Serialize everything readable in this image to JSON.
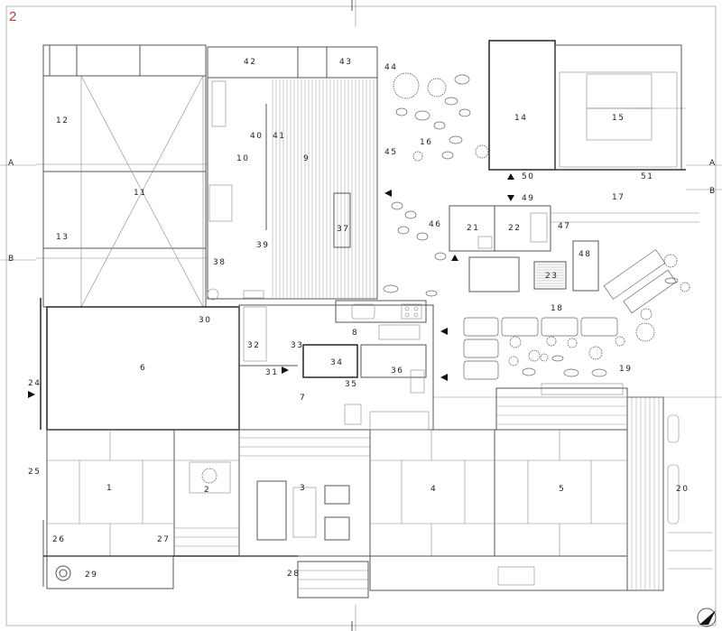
{
  "sheet": {
    "number": "2"
  },
  "section_marks": {
    "a_left": "A",
    "a_right": "A",
    "b_left": "B",
    "b_right": "B"
  },
  "rooms": [
    {
      "id": "r1",
      "label": "1"
    },
    {
      "id": "r2",
      "label": "2"
    },
    {
      "id": "r3",
      "label": "3"
    },
    {
      "id": "r4",
      "label": "4"
    },
    {
      "id": "r5",
      "label": "5"
    },
    {
      "id": "r6",
      "label": "6"
    },
    {
      "id": "r7",
      "label": "7"
    },
    {
      "id": "r8",
      "label": "8"
    },
    {
      "id": "r9",
      "label": "9"
    },
    {
      "id": "r10",
      "label": "10"
    },
    {
      "id": "r11",
      "label": "11"
    },
    {
      "id": "r12",
      "label": "12"
    },
    {
      "id": "r13",
      "label": "13"
    },
    {
      "id": "r14",
      "label": "14"
    },
    {
      "id": "r15",
      "label": "15"
    },
    {
      "id": "r16",
      "label": "16"
    },
    {
      "id": "r17",
      "label": "17"
    },
    {
      "id": "r18",
      "label": "18"
    },
    {
      "id": "r19",
      "label": "19"
    },
    {
      "id": "r20",
      "label": "20"
    },
    {
      "id": "r21",
      "label": "21"
    },
    {
      "id": "r22",
      "label": "22"
    },
    {
      "id": "r23",
      "label": "23"
    },
    {
      "id": "r24",
      "label": "24"
    },
    {
      "id": "r25",
      "label": "25"
    },
    {
      "id": "r26",
      "label": "26"
    },
    {
      "id": "r27",
      "label": "27"
    },
    {
      "id": "r28",
      "label": "28"
    },
    {
      "id": "r29",
      "label": "29"
    },
    {
      "id": "r30",
      "label": "30"
    },
    {
      "id": "r31",
      "label": "31"
    },
    {
      "id": "r32",
      "label": "32"
    },
    {
      "id": "r33",
      "label": "33"
    },
    {
      "id": "r34",
      "label": "34"
    },
    {
      "id": "r35",
      "label": "35"
    },
    {
      "id": "r36",
      "label": "36"
    },
    {
      "id": "r37",
      "label": "37"
    },
    {
      "id": "r38",
      "label": "38"
    },
    {
      "id": "r39",
      "label": "39"
    },
    {
      "id": "r40",
      "label": "40"
    },
    {
      "id": "r41",
      "label": "41"
    },
    {
      "id": "r42",
      "label": "42"
    },
    {
      "id": "r43",
      "label": "43"
    },
    {
      "id": "r44",
      "label": "44"
    },
    {
      "id": "r45",
      "label": "45"
    },
    {
      "id": "r46",
      "label": "46"
    },
    {
      "id": "r47",
      "label": "47"
    },
    {
      "id": "r48",
      "label": "48"
    },
    {
      "id": "r49",
      "label": "49"
    },
    {
      "id": "r50",
      "label": "50"
    },
    {
      "id": "r51",
      "label": "51"
    }
  ],
  "icons": {
    "north_arrow": "north-arrow-icon",
    "entrance_marker": "triangle-arrow-icon"
  }
}
